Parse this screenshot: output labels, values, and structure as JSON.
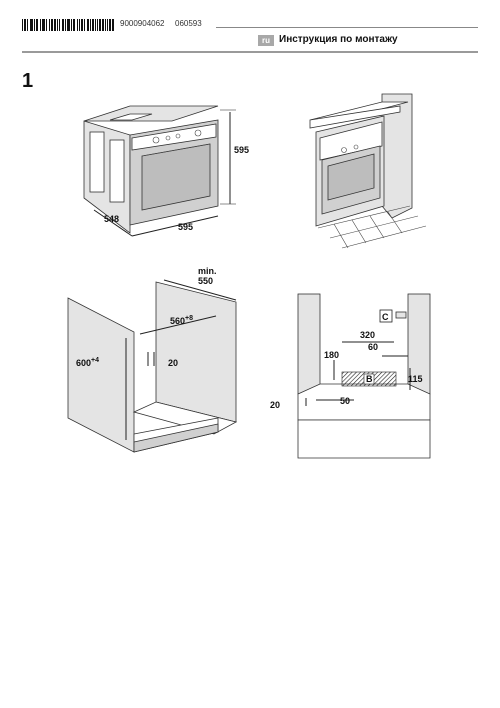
{
  "header": {
    "code": "9000904062",
    "date_code": "060593",
    "lang": "ru",
    "title": "Инструкция по монтажу"
  },
  "figure_number": "1",
  "oven": {
    "height": "595",
    "depth": "548",
    "width": "595"
  },
  "cabinet": {
    "min_label": "min.",
    "min_width": "550",
    "inner_width_base": "560",
    "inner_width_tol": "+8",
    "height_base": "600",
    "height_tol": "+4",
    "gap": "20"
  },
  "section": {
    "dim_320": "320",
    "dim_60": "60",
    "dim_180": "180",
    "label_b": "B",
    "label_c": "C",
    "dim_115": "115",
    "dim_20": "20",
    "dim_50": "50"
  }
}
